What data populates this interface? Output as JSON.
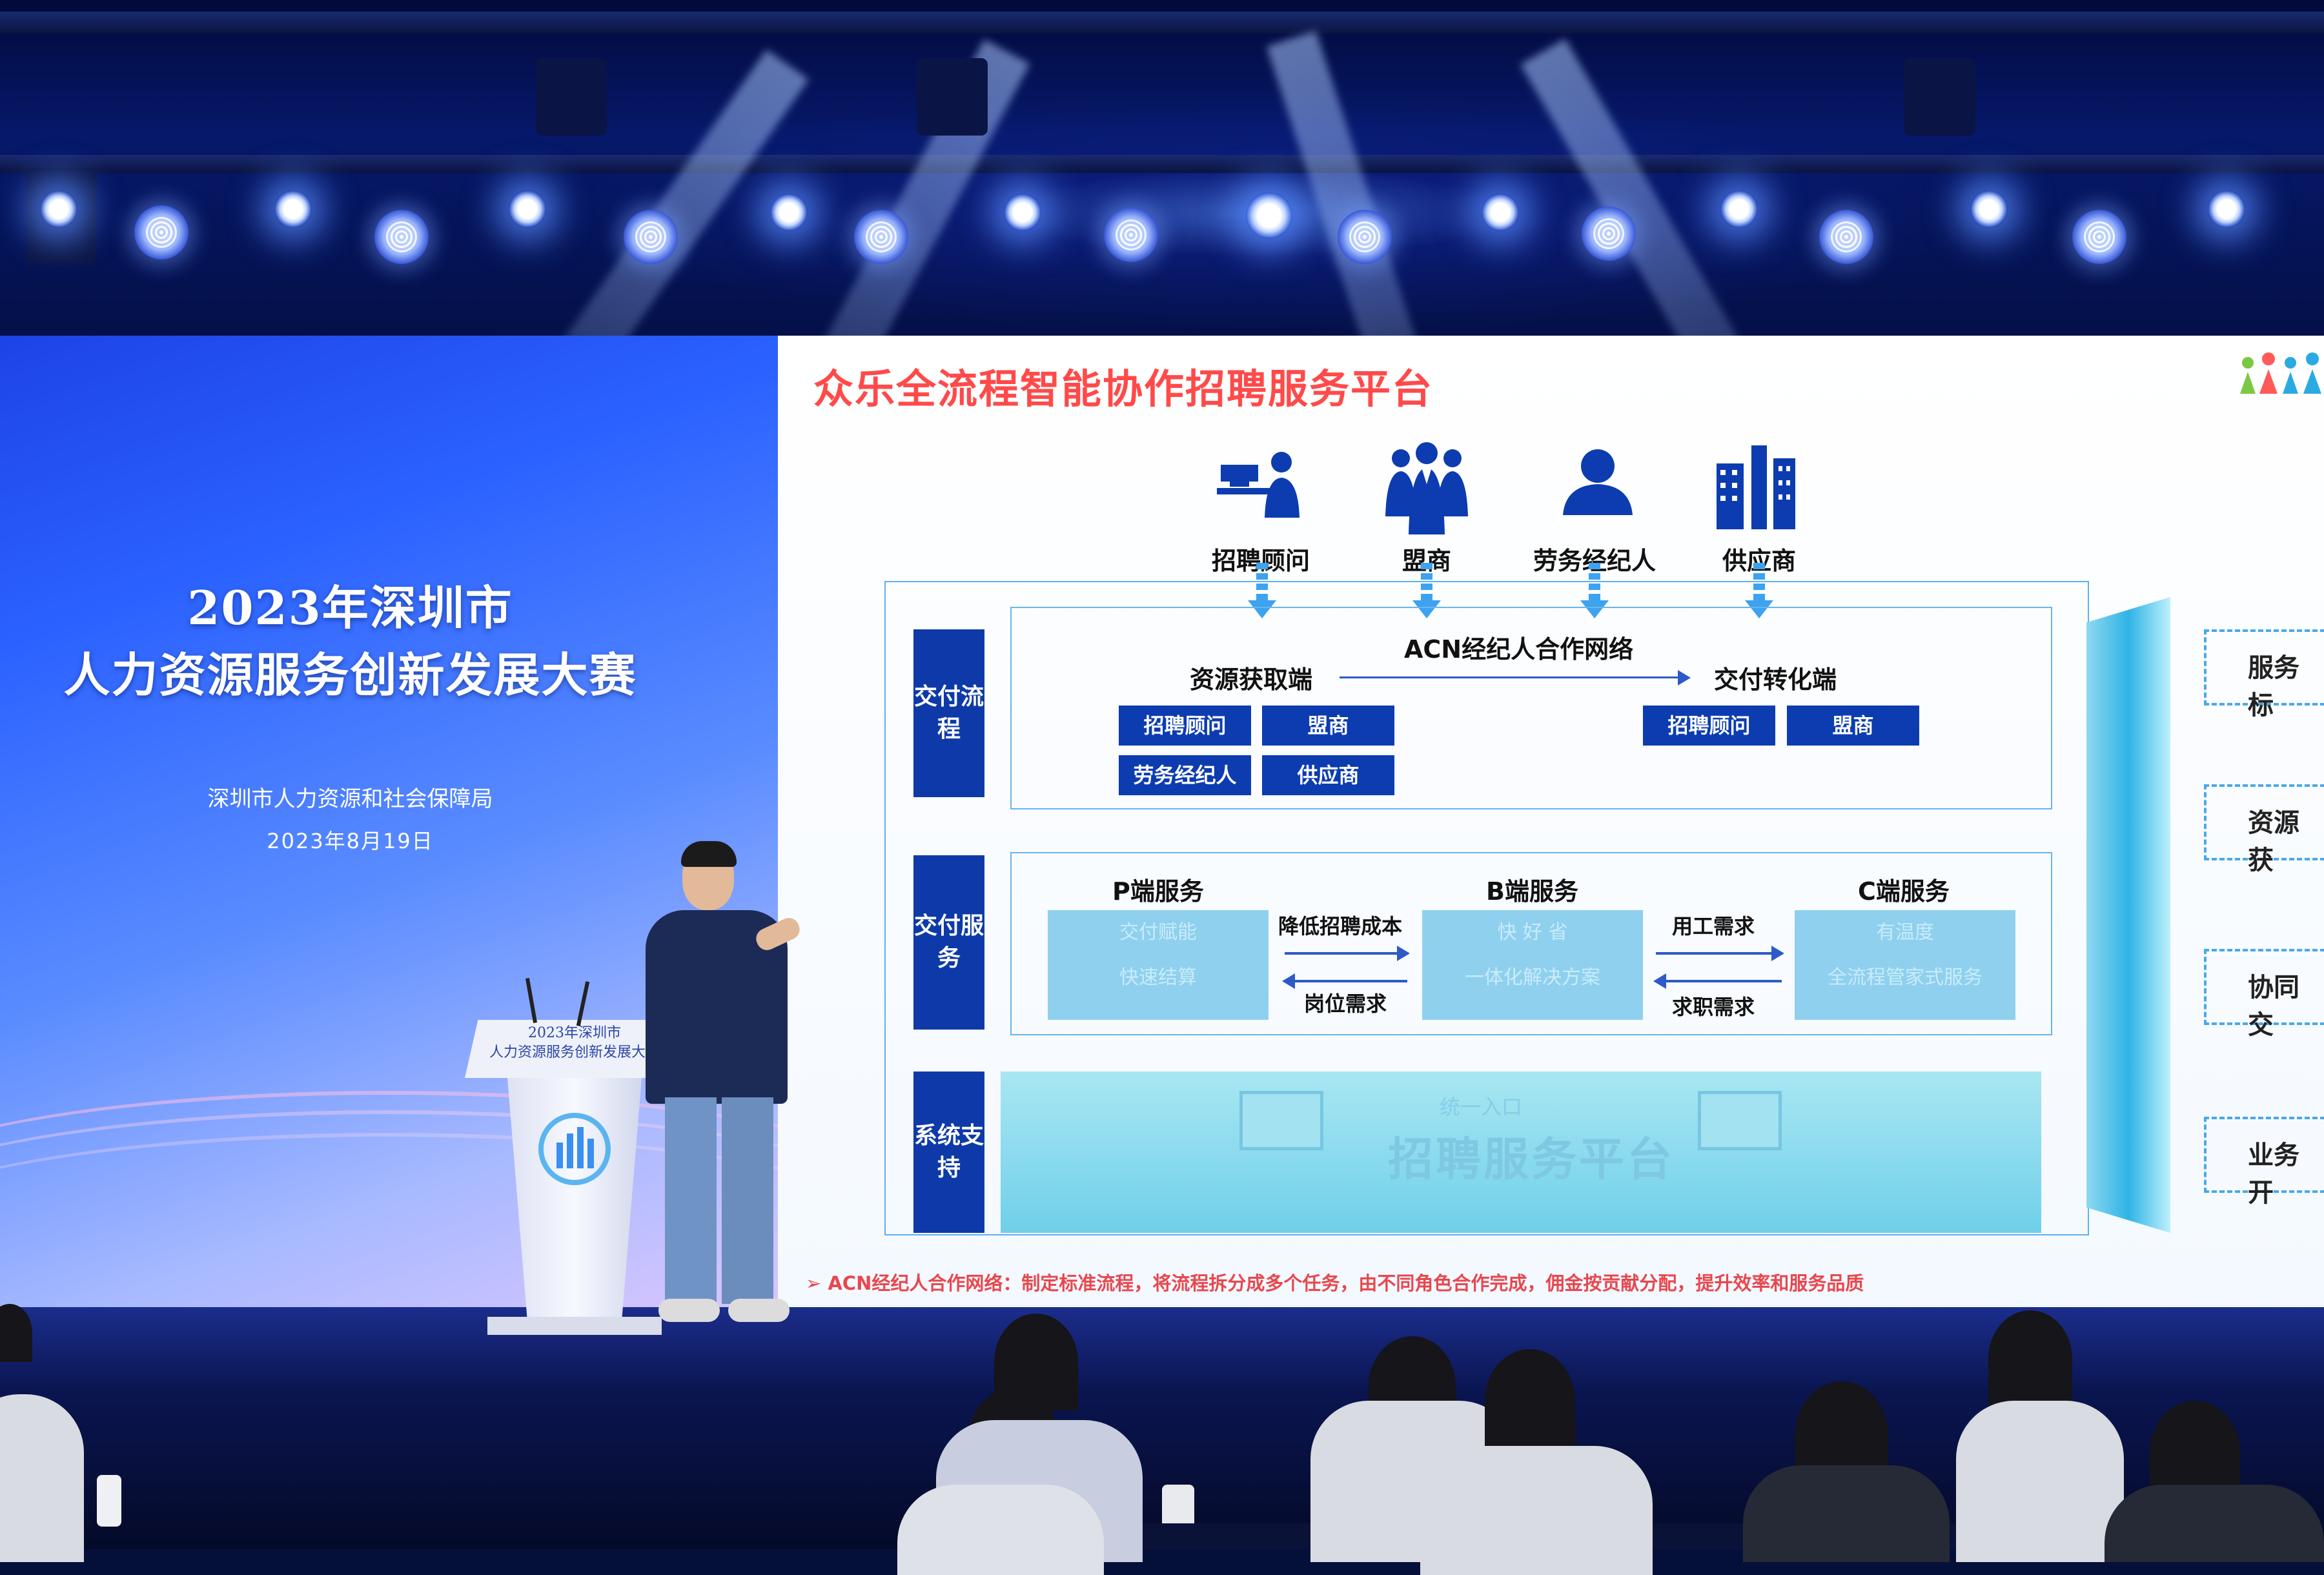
{
  "left_screen": {
    "title_line1": "2023年深圳市",
    "title_line2": "人力资源服务创新发展大赛",
    "organizer": "深圳市人力资源和社会保障局",
    "date": "2023年8月19日"
  },
  "slide": {
    "title": "众乐全流程智能协作招聘服务平台",
    "roles": [
      {
        "label": "招聘顾问",
        "icon": "consultant-icon"
      },
      {
        "label": "盟商",
        "icon": "group-icon"
      },
      {
        "label": "劳务经纪人",
        "icon": "person-icon"
      },
      {
        "label": "供应商",
        "icon": "building-icon"
      }
    ],
    "delivery_process": {
      "side_label": "交付流程",
      "network_title": "ACN经纪人合作网络",
      "acquire_label": "资源获取端",
      "convert_label": "交付转化端",
      "acquire_boxes": [
        "招聘顾问",
        "盟商",
        "劳务经纪人",
        "供应商"
      ],
      "convert_boxes": [
        "招聘顾问",
        "盟商"
      ]
    },
    "delivery_service": {
      "side_label": "交付服务",
      "p_title": "P端服务",
      "b_title": "B端服务",
      "c_title": "C端服务",
      "p_lines": [
        "交付赋能",
        "快速结算"
      ],
      "b_lines": [
        "快 好 省",
        "一体化解决方案"
      ],
      "c_lines": [
        "有温度",
        "全流程管家式服务"
      ],
      "pb_top": "降低招聘成本",
      "pb_bottom": "岗位需求",
      "bc_top": "用工需求",
      "bc_bottom": "求职需求"
    },
    "system_support": {
      "side_label": "系统支持",
      "entry": "统一入口",
      "platform": "招聘服务平台"
    },
    "right_items": [
      "服务标",
      "资源获",
      "协同交",
      "业务开"
    ],
    "footnote": "➢  ACN经纪人合作网络：制定标准流程，将流程拆分成多个任务，由不同角色合作完成，佣金按贡献分配，提升效率和服务品质"
  },
  "podium": {
    "line1": "2023年深圳市",
    "line2": "人力资源服务创新发展大赛"
  },
  "colors": {
    "slide_title": "#ff4a4a",
    "navy_box": "#0c3cb0",
    "stage_blue": "#1e43e6",
    "light_cyan": "#8fd0ee"
  }
}
